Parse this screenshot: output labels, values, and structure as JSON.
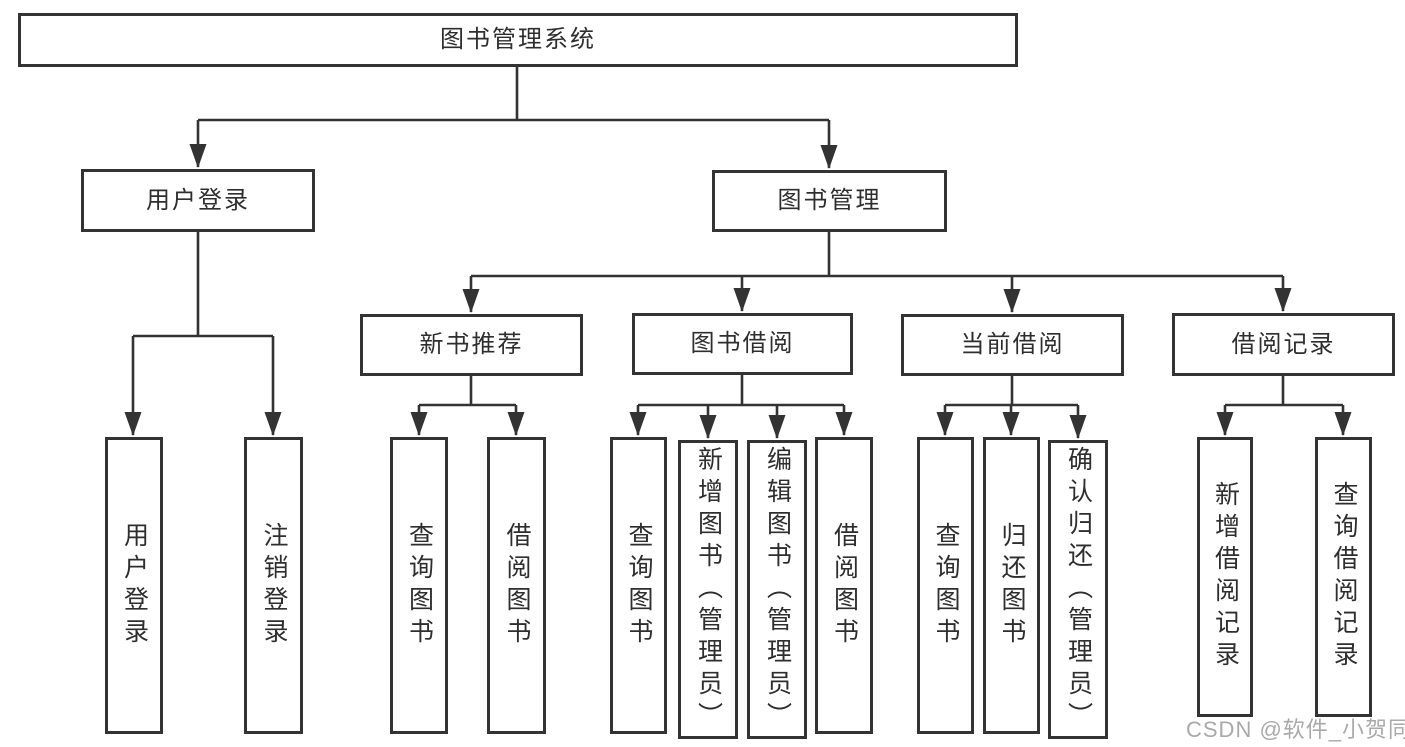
{
  "tree": {
    "label": "图书管理系统",
    "children": [
      {
        "label": "用户登录",
        "children": [
          {
            "label": "用户登录"
          },
          {
            "label": "注销登录"
          }
        ]
      },
      {
        "label": "图书管理",
        "children": [
          {
            "label": "新书推荐",
            "children": [
              {
                "label": "查询图书"
              },
              {
                "label": "借阅图书"
              }
            ]
          },
          {
            "label": "图书借阅",
            "children": [
              {
                "label": "查询图书"
              },
              {
                "label": "新增图书（管理员）"
              },
              {
                "label": "编辑图书（管理员）"
              },
              {
                "label": "借阅图书"
              }
            ]
          },
          {
            "label": "当前借阅",
            "children": [
              {
                "label": "查询图书"
              },
              {
                "label": "归还图书"
              },
              {
                "label": "确认归还（管理员）"
              }
            ]
          },
          {
            "label": "借阅记录",
            "children": [
              {
                "label": "新增借阅记录"
              },
              {
                "label": "查询借阅记录"
              }
            ]
          }
        ]
      }
    ]
  },
  "watermark": "CSDN @软件_小贺同学",
  "colors": {
    "line": "#333333",
    "box_fill": "#ffffff",
    "text": "#2e2e2e",
    "watermark": "#a9a9a9"
  }
}
